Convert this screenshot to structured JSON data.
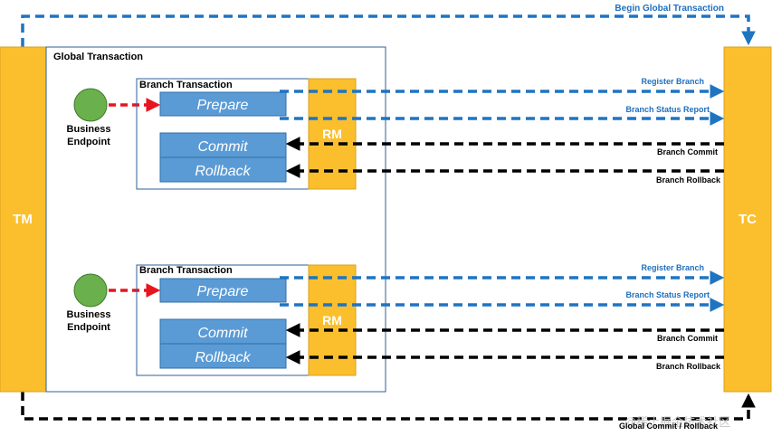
{
  "tm": {
    "label": "TM"
  },
  "tc": {
    "label": "TC"
  },
  "global_transaction": {
    "label": "Global Transaction"
  },
  "begin_global": {
    "label": "Begin Global Transaction"
  },
  "global_commit": {
    "label": "Global Commit / Rollback"
  },
  "watermark": {
    "text": "@稀土掘金技术社区"
  },
  "groups": [
    {
      "endpoint_label_1": "Business",
      "endpoint_label_2": "Endpoint",
      "branch_label": "Branch Transaction",
      "prepare": "Prepare",
      "commit": "Commit",
      "rollback": "Rollback",
      "rm": "RM",
      "register_branch": "Register Branch",
      "branch_status_report": "Branch Status Report",
      "branch_commit": "Branch Commit",
      "branch_rollback": "Branch Rollback"
    },
    {
      "endpoint_label_1": "Business",
      "endpoint_label_2": "Endpoint",
      "branch_label": "Branch Transaction",
      "prepare": "Prepare",
      "commit": "Commit",
      "rollback": "Rollback",
      "rm": "RM",
      "register_branch": "Register Branch",
      "branch_status_report": "Branch Status Report",
      "branch_commit": "Branch Commit",
      "branch_rollback": "Branch Rollback"
    }
  ],
  "colors": {
    "orange": "#FBBF2D",
    "orange_stroke": "#D9A21F",
    "blue_box": "#5B9BD5",
    "blue_box_stroke": "#2F6FA8",
    "blue_arrow": "#1F74C2",
    "blue_text": "#1F6FC0",
    "red_arrow": "#E8141E",
    "green": "#6AB04C",
    "black": "#000000",
    "border_blue": "#2F5F9A"
  }
}
